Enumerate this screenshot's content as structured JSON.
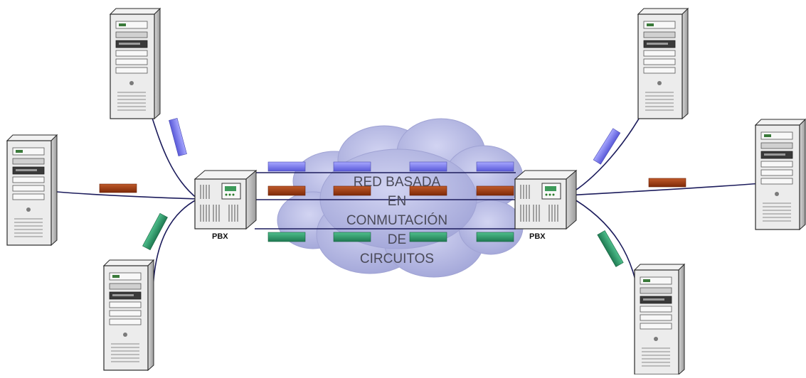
{
  "diagram": {
    "cloud_label": [
      "RED BASADA",
      "EN",
      "CONMUTACIÓN",
      "DE",
      "CIRCUITOS"
    ],
    "pbx_left_label": "PBX",
    "pbx_right_label": "PBX"
  },
  "colors": {
    "line": "#1c1c5c",
    "packet_blue": "#7b7bf0",
    "packet_red": "#a23a12",
    "packet_green": "#2f9a6a",
    "cloud": "#b3b6e2",
    "cloud_text": "#4a4a58",
    "server_body": "#e9e9e9",
    "server_shade": "#bdbdbd"
  },
  "icons": [
    "server-icon",
    "pbx-icon",
    "cloud-icon",
    "packet-icon"
  ]
}
